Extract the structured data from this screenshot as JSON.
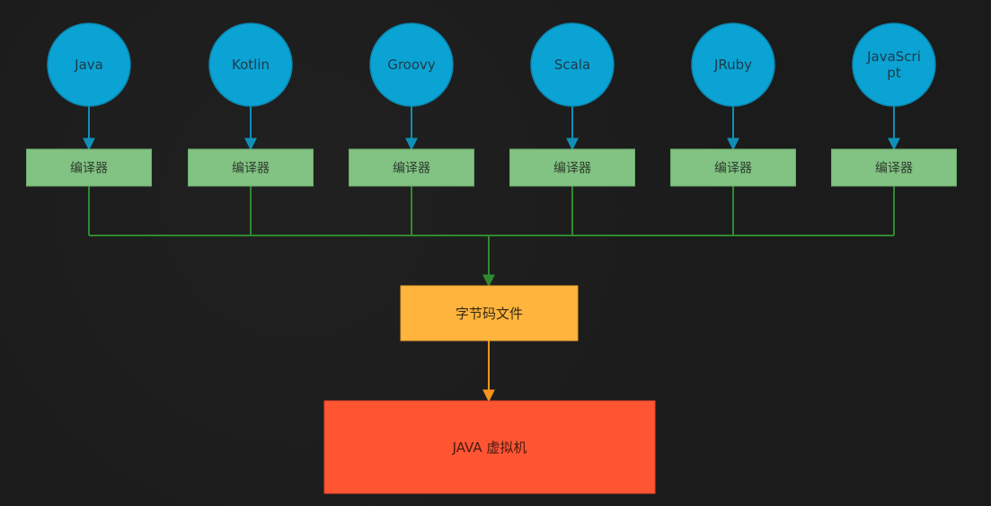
{
  "languages": [
    {
      "lines": [
        "Java"
      ]
    },
    {
      "lines": [
        "Kotlin"
      ]
    },
    {
      "lines": [
        "Groovy"
      ]
    },
    {
      "lines": [
        "Scala"
      ]
    },
    {
      "lines": [
        "JRuby"
      ]
    },
    {
      "lines": [
        "JavaScri",
        "pt"
      ]
    }
  ],
  "compiler_label": "编译器",
  "bytecode_label": "字节码文件",
  "jvm_label": "JAVA 虚拟机",
  "colors": {
    "background": "#1b1b1b",
    "language_node": "#0aa3d4",
    "language_stroke": "#0b87b0",
    "arrow_blue": "#0f8fb8",
    "compiler_fill": "#82c283",
    "compiler_stroke": "#6aae6b",
    "merge_line": "#2f8a2f",
    "bytecode_fill": "#ffb43e",
    "orange_arrow": "#f7931e",
    "jvm_fill": "#ff5533"
  }
}
